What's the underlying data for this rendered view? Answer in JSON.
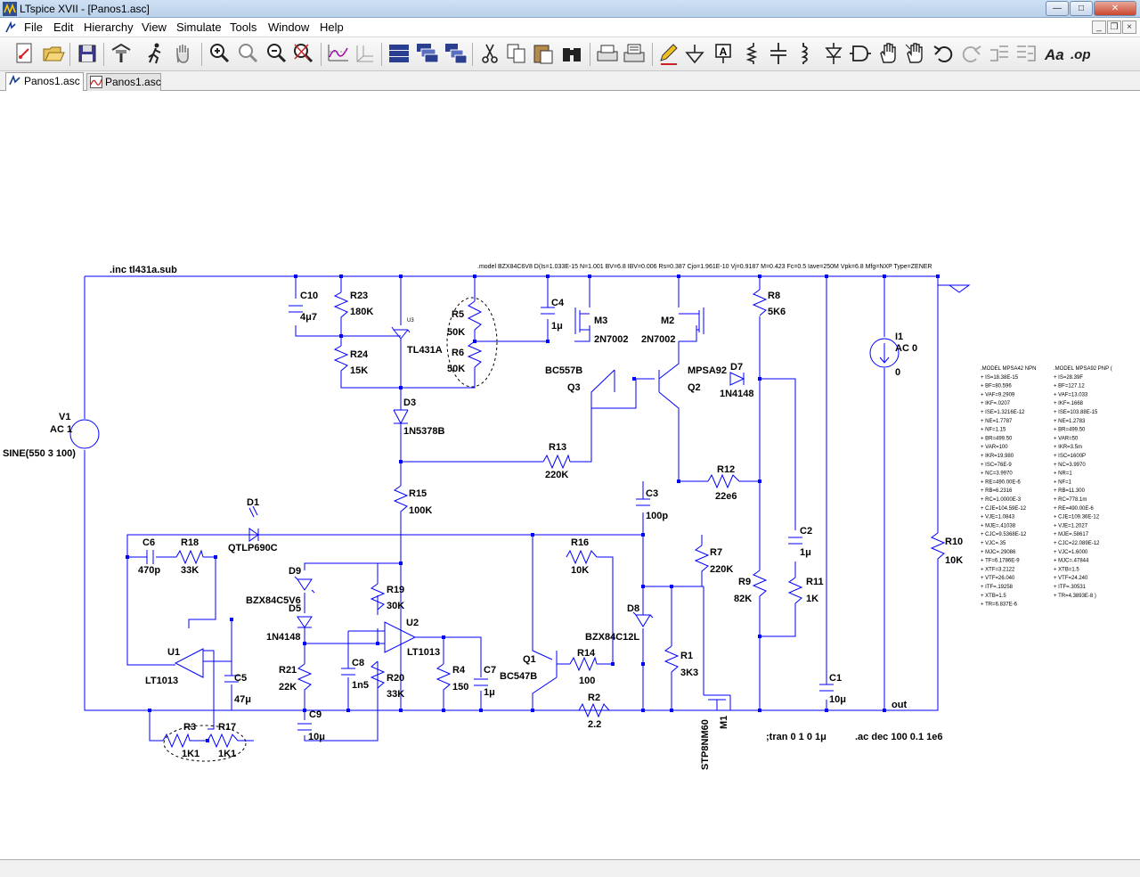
{
  "window": {
    "title": "LTspice XVII - [Panos1.asc]"
  },
  "menu": [
    "File",
    "Edit",
    "Hierarchy",
    "View",
    "Simulate",
    "Tools",
    "Window",
    "Help"
  ],
  "toolbar": [
    "new-schematic",
    "open",
    "save",
    "control-panel",
    "run",
    "halt",
    "zoom-in",
    "zoom-area",
    "zoom-out",
    "zoom-fit",
    "autorange",
    "window-tile",
    "tile-horizontal",
    "tile-vertical",
    "cascade",
    "cut",
    "copy",
    "paste",
    "find",
    "print",
    "print-setup",
    "draw-wire",
    "ground",
    "label-net",
    "resistor",
    "capacitor",
    "inductor",
    "diode",
    "component",
    "move",
    "drag",
    "undo",
    "redo",
    "rotate",
    "mirror",
    "text",
    "spice-directive"
  ],
  "tabs": [
    {
      "label": "Panos1.asc",
      "active": true
    },
    {
      "label": "Panos1.asc",
      "active": false
    }
  ],
  "schematic": {
    "directives": {
      "inc": ".inc tl431a.sub",
      "model_zener": ".model BZX84C6V8 D(Is=1.033E-15 N=1.001 BV=6.8 IBV=0.006 Rs=0.387 Cjo=1.961E-10 Vj=0.9187 M=0.423 Fc=0.5 Iave=250M Vpk=6.8 Mfg=NXP Type=ZENER",
      "tran": ";tran 0 1 0 1μ",
      "ac": ".ac dec 100 0.1 1e6"
    },
    "components": {
      "C10": [
        "C10",
        "4μ7"
      ],
      "R23": [
        "R23",
        "180K"
      ],
      "R24": [
        "R24",
        "15K"
      ],
      "U3": [
        "U3",
        "TL431A"
      ],
      "R5": [
        "R5",
        "50K"
      ],
      "R6": [
        "R6",
        "50K"
      ],
      "C4": [
        "C4",
        "1μ"
      ],
      "M3": [
        "M3",
        "2N7002"
      ],
      "M2": [
        "M2",
        "2N7002"
      ],
      "R8": [
        "R8",
        "5K6"
      ],
      "Q3": [
        "Q3",
        "BC557B"
      ],
      "Q2": [
        "Q2",
        "MPSA92"
      ],
      "D7": [
        "D7",
        "1N4148"
      ],
      "D3": [
        "D3",
        "1N5378B"
      ],
      "R13": [
        "R13",
        "220K"
      ],
      "R12": [
        "R12",
        "22e6"
      ],
      "V1": [
        "V1",
        "AC 1",
        "SINE(550 3 100)"
      ],
      "I1": [
        "I1",
        "AC 0",
        "0"
      ],
      "R15": [
        "R15",
        "100K"
      ],
      "C3": [
        "C3",
        "100p"
      ],
      "D1": [
        "D1",
        "QTLP690C"
      ],
      "C6": [
        "C6",
        "470p"
      ],
      "R18": [
        "R18",
        "33K"
      ],
      "R16": [
        "R16",
        "10K"
      ],
      "C2": [
        "C2",
        "1μ"
      ],
      "R10": [
        "R10",
        "10K"
      ],
      "D9": [
        "D9",
        "BZX84C5V6"
      ],
      "D5": [
        "D5",
        "1N4148"
      ],
      "R19": [
        "R19",
        "30K"
      ],
      "U2": [
        "U2",
        "LT1013"
      ],
      "R7": [
        "R7",
        "220K"
      ],
      "R9": [
        "R9",
        "82K"
      ],
      "R11": [
        "R11",
        "1K"
      ],
      "D8": [
        "D8",
        "BZX84C12L"
      ],
      "U1": [
        "U1",
        "LT1013"
      ],
      "C5": [
        "C5",
        "47μ"
      ],
      "R21": [
        "R21",
        "22K"
      ],
      "C8": [
        "C8",
        "1n5"
      ],
      "R20": [
        "R20",
        "33K"
      ],
      "R4": [
        "R4",
        "150"
      ],
      "C7": [
        "C7",
        "1μ"
      ],
      "Q1": [
        "Q1",
        "BC547B"
      ],
      "R14": [
        "R14",
        "100"
      ],
      "R1": [
        "R1",
        "3K3"
      ],
      "C1": [
        "C1",
        "10μ"
      ],
      "R2": [
        "R2",
        "2.2"
      ],
      "M1": [
        "M1",
        "STP8NM60"
      ],
      "C9": [
        "C9",
        "10μ"
      ],
      "R3": [
        "R3",
        "1K1"
      ],
      "R17": [
        "R17",
        "1K1"
      ]
    },
    "net_out": "out",
    "model_npn": [
      ".MODEL MPSA42 NPN",
      "+ IS=18.38E-15",
      "+ BF=80.596",
      "+ VAF=9.2909",
      "+ IKF=.0207",
      "+ ISE=1.3216E-12",
      "+ NE=1.7787",
      "+ NF=1.15",
      "+ BR=499.50",
      "+ VAR=100",
      "+ IKR=19.980",
      "+ ISC=76E-9",
      "+ NC=3.9970",
      "+ RE=490.00E-6",
      "+ RB=6.2316",
      "+ RC=1.0000E-3",
      "+ CJE=104.59E-12",
      "+ VJE=1.0843",
      "+ MJE=.41038",
      "+ CJC=9.5368E-12",
      "+ VJC=.35",
      "+ MJC=.29086",
      "+ TF=6.1786E-9",
      "+ XTF=3.2122",
      "+ VTF=26.040",
      "+ ITF=.19258",
      "+ XTB=1.5",
      "+ TR=6.837E-6"
    ],
    "model_pnp": [
      ".MODEL MPSA92 PNP (",
      "+ IS=28.39F",
      "+ BF=127.12",
      "+ VAF=13.033",
      "+ IKF=.1668",
      "+ ISE=103.88E-15",
      "+ NE=1.2783",
      "+ BR=499.50",
      "+ VAR=50",
      "+ IKR=3.5m",
      "+ ISC=1600P",
      "+ NC=3.9970",
      "+ NR=1",
      "+ NF=1",
      "+ RB=11.300",
      "+ RC=778.1m",
      "+ RE=490.00E-6",
      "+ CJE=109.36E-12",
      "+ VJE=1.2027",
      "+ MJE=.58617",
      "+ CJC=22.089E-12",
      "+ VJC=1.6000",
      "+ MJC=.47844",
      "+ XTB=1.5",
      "+ VTF=24.240",
      "+ ITF=.30531",
      "+ TR=4.3893E-8 )"
    ]
  }
}
